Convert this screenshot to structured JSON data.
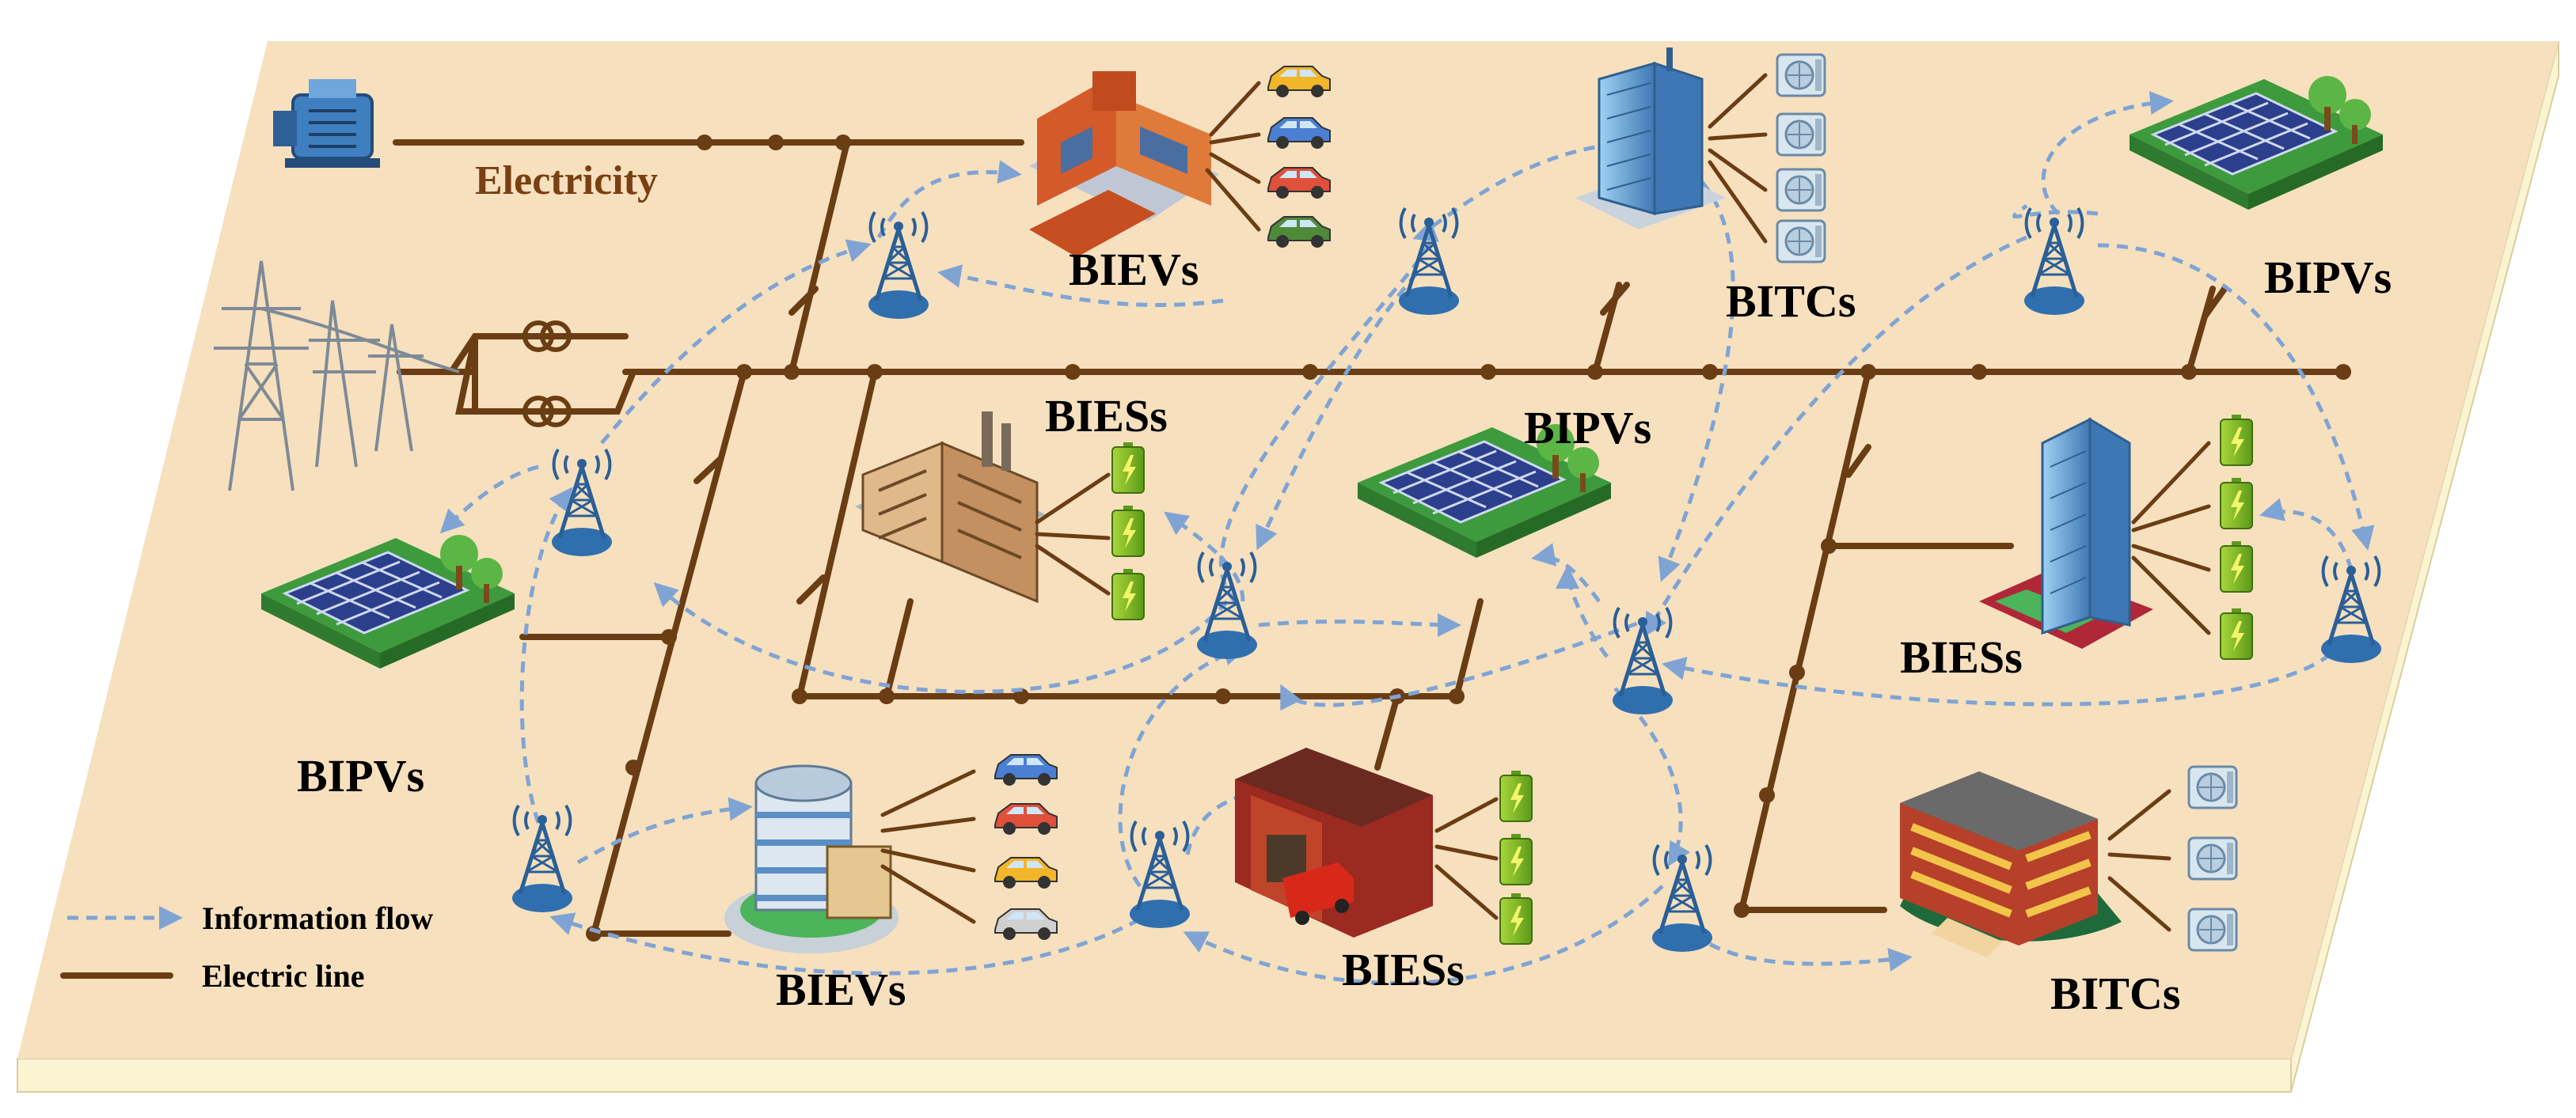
{
  "title": "",
  "labels": {
    "electricity": "Electricity",
    "bievs_top": "BIEVs",
    "bitcs_top": "BITCs",
    "bipvs_top_right": "BIPVs",
    "biess_center_top": "BIESs",
    "bipvs_center": "BIPVs",
    "biess_right": "BIESs",
    "bipvs_left": "BIPVs",
    "bievs_bottom": "BIEVs",
    "biess_bottom": "BIESs",
    "bitcs_bottom": "BITCs"
  },
  "legend": {
    "information_flow": "Information flow",
    "electric_line": "Electric line"
  },
  "colors": {
    "platform_top": "#f7e0be",
    "platform_edge": "#fbf4d2",
    "electric_line": "#6b3d14",
    "information_flow": "#7fa4d4",
    "label_electricity": "#7a3f12"
  },
  "icons": [
    "generator-icon",
    "transmission-tower-icon",
    "transformer-icon",
    "antenna-icon",
    "building-icon",
    "solar-panel-icon",
    "battery-icon",
    "car-icon",
    "air-conditioner-icon",
    "factory-icon",
    "fire-station-icon"
  ]
}
